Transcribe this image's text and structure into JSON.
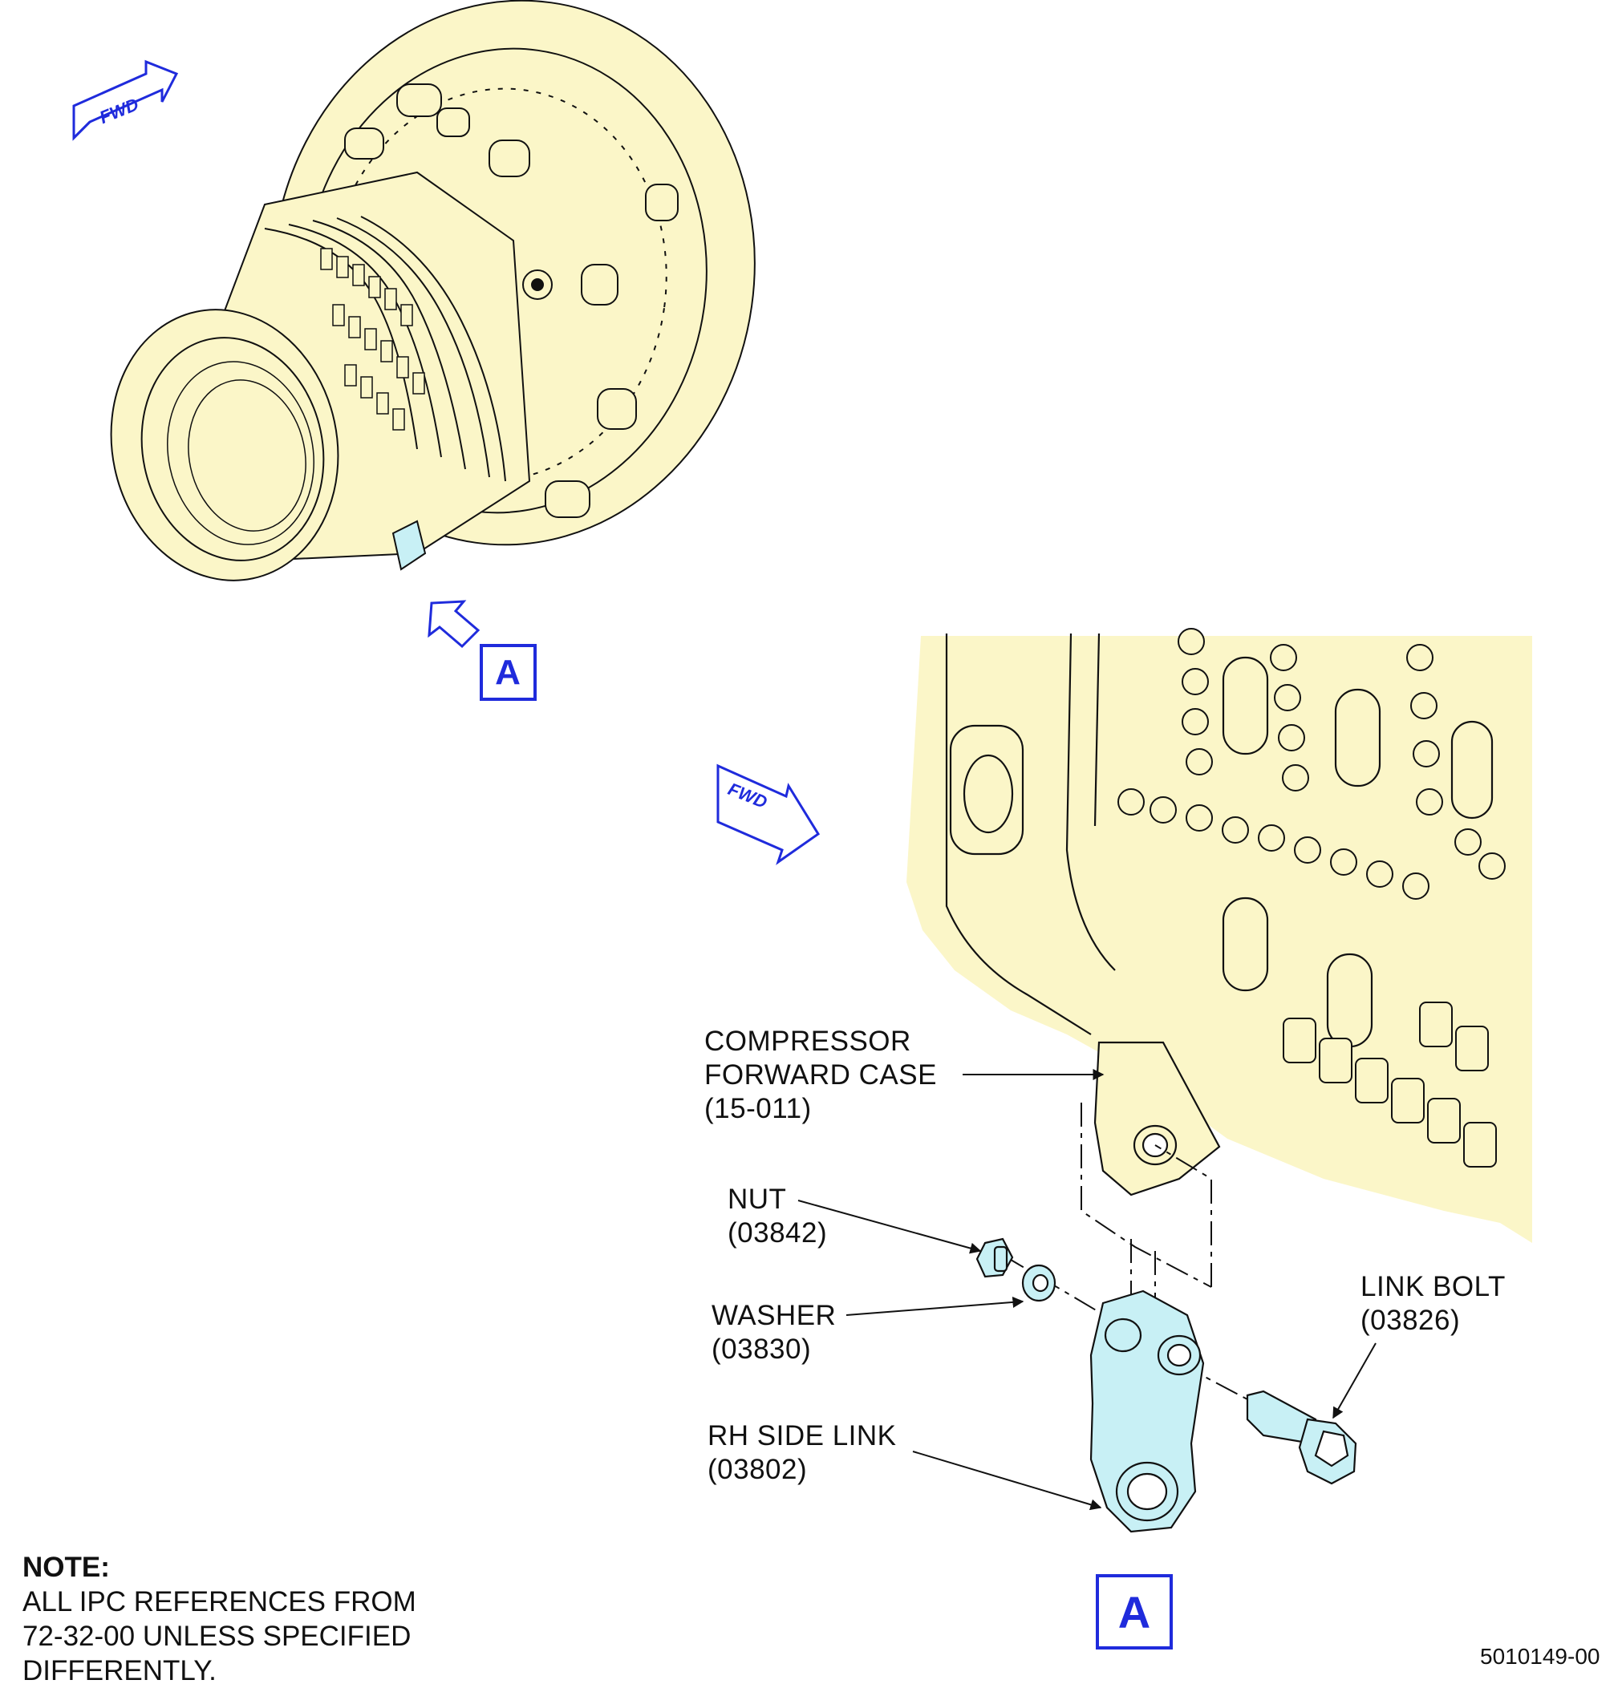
{
  "fwd_label": "FWD",
  "view_letter": "A",
  "callouts": {
    "compressor": "COMPRESSOR\nFORWARD CASE\n(15-011)",
    "nut": "NUT\n(03842)",
    "washer": "WASHER\n(03830)",
    "side_link": "RH SIDE LINK\n(03802)",
    "link_bolt": "LINK BOLT\n(03826)"
  },
  "note": {
    "heading": "NOTE:",
    "lines": [
      "ALL IPC REFERENCES FROM",
      "72-32-00 UNLESS SPECIFIED",
      "DIFFERENTLY."
    ]
  },
  "figure_number": "5010149-00",
  "colors": {
    "part_fill": "#fbf6c8",
    "highlight_fill": "#c8f0f5",
    "callout_blue": "#1f2bdc",
    "line": "#111111"
  }
}
